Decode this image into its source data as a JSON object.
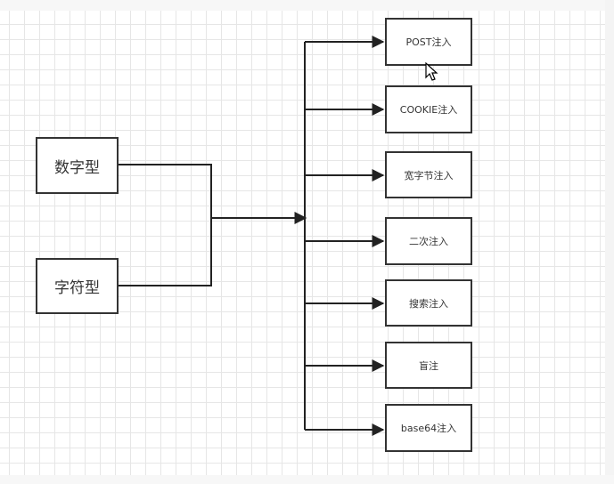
{
  "diagram": {
    "sources": [
      {
        "id": "numeric",
        "label": "数字型"
      },
      {
        "id": "string",
        "label": "字符型"
      }
    ],
    "targets": [
      {
        "id": "post",
        "label": "POST注入"
      },
      {
        "id": "cookie",
        "label": "COOKIE注入"
      },
      {
        "id": "wide-byte",
        "label": "宽字节注入"
      },
      {
        "id": "second-order",
        "label": "二次注入"
      },
      {
        "id": "search",
        "label": "搜索注入"
      },
      {
        "id": "blind",
        "label": "盲注"
      },
      {
        "id": "base64",
        "label": "base64注入"
      }
    ],
    "colors": {
      "line": "#222222",
      "border": "#333333",
      "grid": "#e6e6e6"
    }
  }
}
